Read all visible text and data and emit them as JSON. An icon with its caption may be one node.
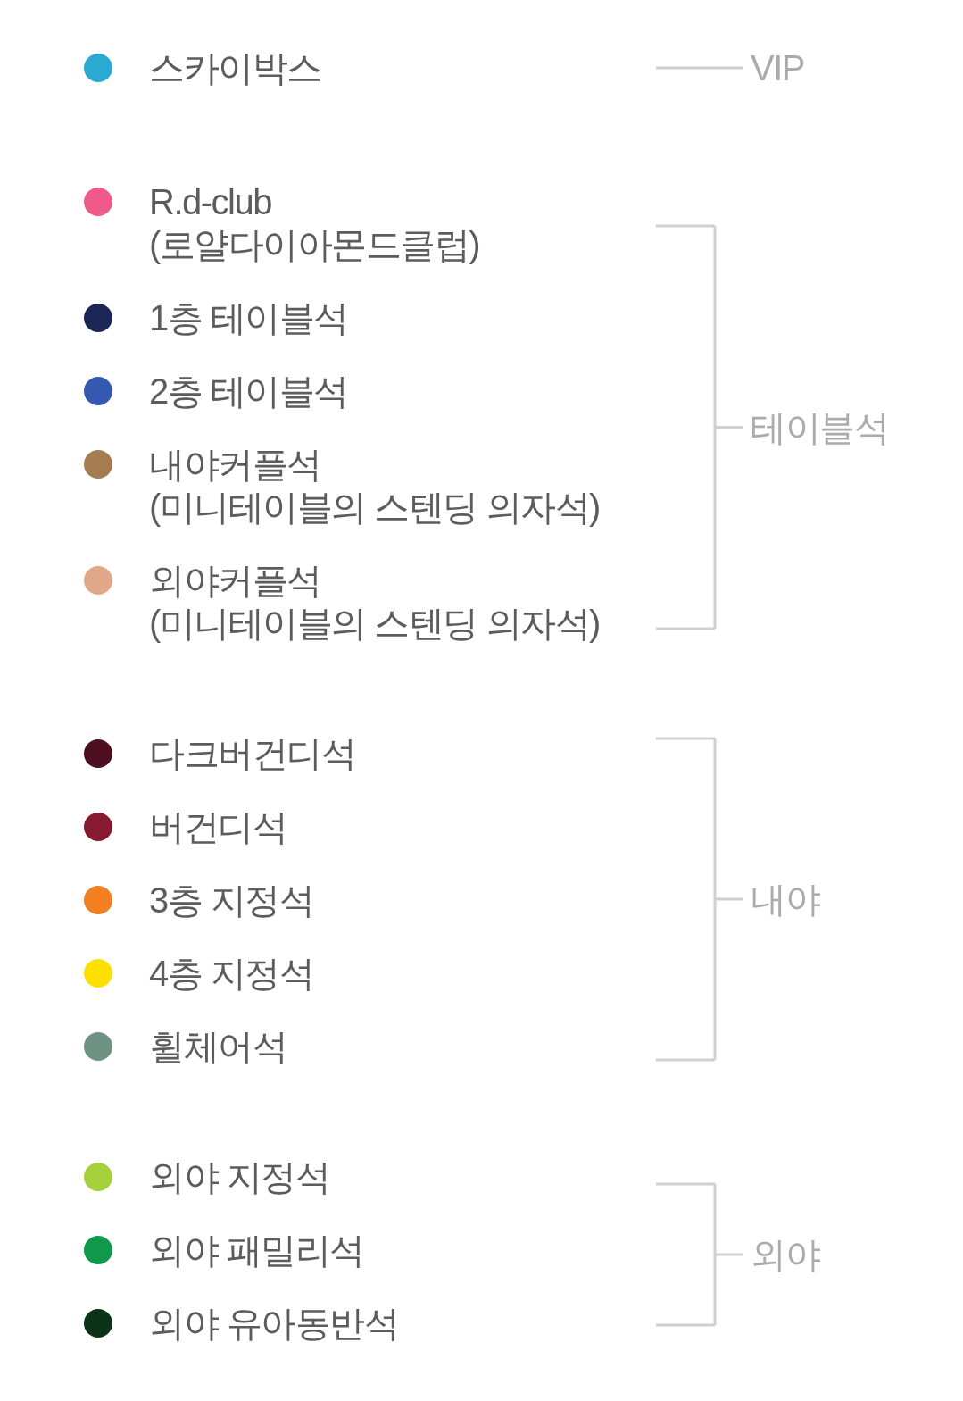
{
  "diagram": {
    "labels": [
      "VIP",
      "테이블석",
      "내야",
      "외야"
    ],
    "legend": [
      {
        "text": "스카이박스",
        "color": "#2aa9d2"
      },
      {
        "text": "R.d-club (로얄다이아몬드클럽)",
        "color": "#ef5a8a"
      },
      {
        "text": "1층 테이블석",
        "color": "#1b2656"
      },
      {
        "text": "2층 테이블석",
        "color": "#3558b0"
      },
      {
        "text": "내야커플석 (미니테이블의 스텐딩 의자석)",
        "color": "#a57c50"
      },
      {
        "text": "외야커플석 (미니테이블의 스텐딩 의자석)",
        "color": "#e0a888"
      },
      {
        "text": "다크버건디석",
        "color": "#4c1020"
      },
      {
        "text": "버건디석",
        "color": "#861a30"
      },
      {
        "text": "3층 지정석",
        "color": "#f28021"
      },
      {
        "text": "4층 지정석",
        "color": "#fde000"
      },
      {
        "text": "휠체어석",
        "color": "#6f9383"
      },
      {
        "text": "외야 지정석",
        "color": "#a6cf3c"
      },
      {
        "text": "외야 패밀리석",
        "color": "#10994a"
      },
      {
        "text": "외야 유아동반석",
        "color": "#0a3318"
      }
    ]
  }
}
